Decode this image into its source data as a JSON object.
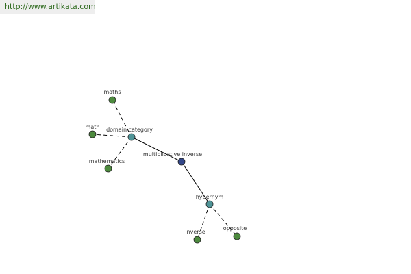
{
  "site_url": "http://www.artikata.com",
  "colors": {
    "center": "#33478a",
    "relation": "#4f9497",
    "leaf": "#4d8a3e",
    "edge": "#000000",
    "url_text": "#2f6b1f"
  },
  "nodes": {
    "center": "multiplicative inverse",
    "domain": "domain category",
    "hypernym": "hypernym",
    "maths": "maths",
    "math": "math",
    "mathematics": "mathematics",
    "inverse": "inverse",
    "opposite": "opposite"
  }
}
